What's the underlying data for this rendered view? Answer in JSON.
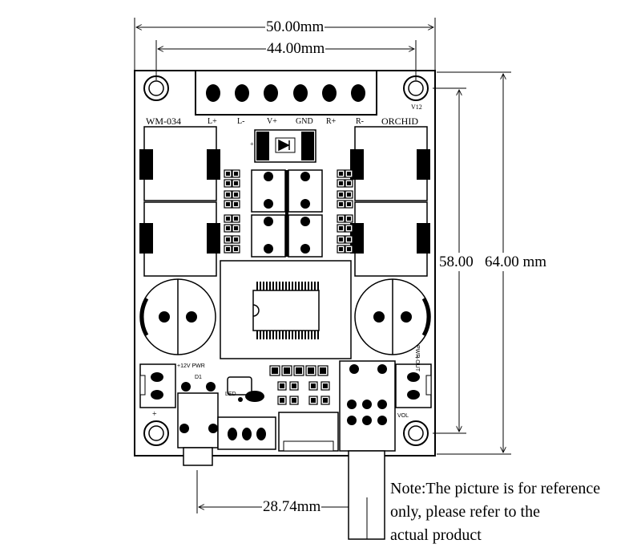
{
  "dimensions": {
    "outer_width": "50.00mm",
    "hole_spacing_width": "44.00mm",
    "hole_spacing_height": "58.00",
    "outer_height": "64.00 mm",
    "shaft_offset": "28.74mm"
  },
  "board": {
    "model": "WM-034",
    "brand": "ORCHID",
    "terminal_labels": [
      "L+",
      "L-",
      "V+",
      "GND",
      "R+",
      "R-"
    ],
    "v12_label": "V12",
    "plus_sign": "+",
    "d1_label": "D1",
    "pwr_in_label": "+12V PWR",
    "pwr_out_label": "PWR OUT",
    "led_label": "LED",
    "vol_label": "VOL"
  },
  "note": {
    "lines": [
      "Note:The picture is for reference",
      "only, please refer to the",
      "actual product"
    ]
  }
}
